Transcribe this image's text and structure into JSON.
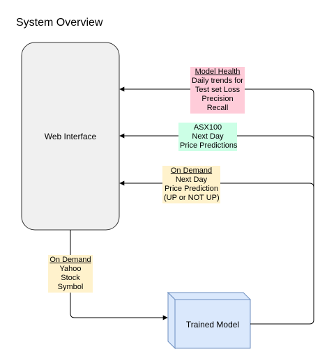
{
  "title": "System Overview",
  "nodes": {
    "web_interface": {
      "label": "Web Interface",
      "fill": "#f0f0f0",
      "stroke": "#333333"
    },
    "trained_model": {
      "label": "Trained Model",
      "fill": "#dae8fc",
      "front_fill": "#d4e1f5",
      "stroke": "#6c8ebf"
    }
  },
  "edge_labels": {
    "model_health": {
      "header": "Model Health",
      "lines": [
        "Daily trends for",
        "Test set Loss",
        "Precision",
        "Recall"
      ],
      "color": "#ffccd9"
    },
    "asx100": {
      "lines": [
        "ASX100",
        "Next Day",
        "Price Predictions"
      ],
      "color": "#ccffe6"
    },
    "on_demand_prediction": {
      "header": "On Demand",
      "lines": [
        "Next Day",
        "Price Prediction",
        "(UP or NOT UP)"
      ],
      "color": "#fff2cc"
    },
    "on_demand_symbol": {
      "header": "On Demand",
      "lines": [
        "Yahoo",
        "Stock",
        "Symbol"
      ],
      "color": "#fff2cc"
    }
  },
  "edge_color": "#000000"
}
